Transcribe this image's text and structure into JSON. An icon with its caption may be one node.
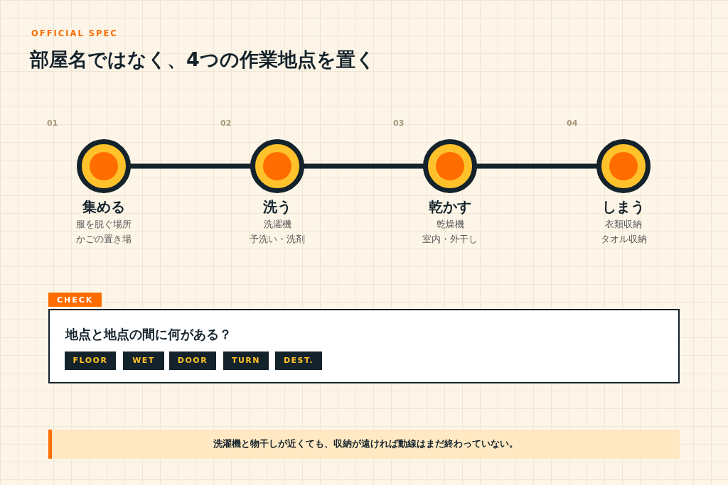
{
  "diagram": {
    "title": "部屋名ではなく、4つの作業地点を置く",
    "nodes": [
      {
        "text": [
          "集める",
          "服を脱ぐ場所",
          "かごの置き場"
        ]
      },
      {
        "text": [
          "洗う",
          "洗濯機",
          "予洗い・洗剤"
        ]
      },
      {
        "text": [
          "乾かす",
          "乾燥機",
          "室内・外干し"
        ]
      },
      {
        "text": [
          "しまう",
          "衣類収納",
          "タオル収納"
        ]
      },
      {
        "text": [
          "CHECK"
        ]
      },
      {
        "text": [
          "地点と地点の間に何がある？"
        ]
      },
      {
        "text": [
          "FLOOR"
        ],
        "in": 5
      },
      {
        "text": [
          "WET"
        ],
        "in": 5
      },
      {
        "text": [
          "DOOR"
        ],
        "in": 5
      },
      {
        "text": [
          "TURN"
        ],
        "in": 5
      },
      {
        "text": [
          "DEST."
        ],
        "in": 5
      },
      {
        "text": [
          "洗濯機と物干しが近くても、収納が遠ければ動線はまだ終わっていない。"
        ]
      }
    ],
    "edges": [
      {
        "from": 0,
        "to": 1,
        "arrow": "none"
      },
      {
        "from": 1,
        "to": 2,
        "arrow": "none"
      },
      {
        "from": 2,
        "to": 3,
        "arrow": "none"
      }
    ],
    "labels": [
      "OFFICIAL SPEC",
      "01",
      "02",
      "03",
      "04"
    ]
  }
}
